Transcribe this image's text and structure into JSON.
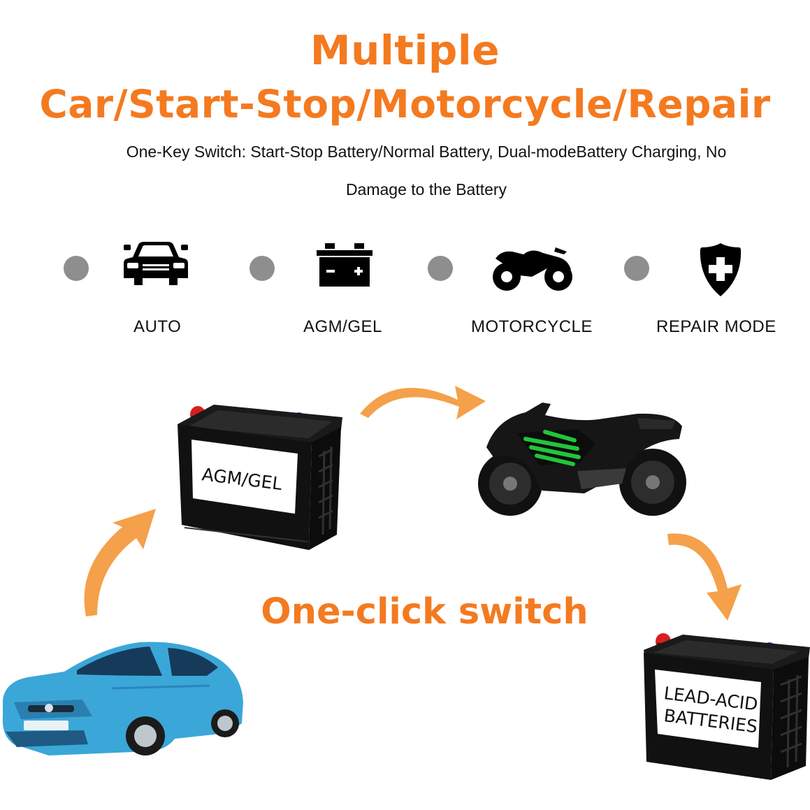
{
  "header": {
    "title_line1": "Multiple",
    "title_line2": "Car/Start-Stop/Motorcycle/Repair",
    "subtitle_line1": "One-Key Switch: Start-Stop Battery/Normal Battery, Dual-modeBattery Charging, No",
    "subtitle_line2": "Damage to the Battery"
  },
  "modes": [
    {
      "label": "AUTO",
      "icon": "car-icon"
    },
    {
      "label": "AGM/GEL",
      "icon": "battery-icon"
    },
    {
      "label": "MOTORCYCLE",
      "icon": "motorcycle-icon"
    },
    {
      "label": "REPAIR MODE",
      "icon": "repair-shield-icon"
    }
  ],
  "diagram": {
    "center_text": "One-click switch",
    "battery_agm_label": "AGM/GEL",
    "battery_lead_label_line1": "LEAD-ACID",
    "battery_lead_label_line2": "BATTERIES"
  },
  "colors": {
    "accent": "#f47a20",
    "arrow": "#f5a04a",
    "dot": "#8e8e8e",
    "car_blue": "#3aa7d8",
    "moto_green": "#23c43a"
  }
}
